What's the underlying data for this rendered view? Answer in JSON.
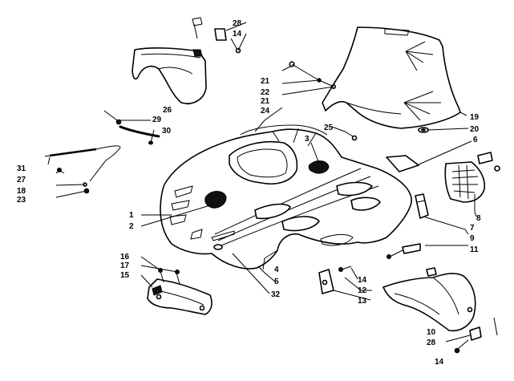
{
  "diagram": {
    "callouts": [
      {
        "id": "c1",
        "text": "1"
      },
      {
        "id": "c2",
        "text": "2"
      },
      {
        "id": "c3",
        "text": "3"
      },
      {
        "id": "c4",
        "text": "4"
      },
      {
        "id": "c5",
        "text": "5"
      },
      {
        "id": "c6",
        "text": "6"
      },
      {
        "id": "c7",
        "text": "7"
      },
      {
        "id": "c8",
        "text": "8"
      },
      {
        "id": "c9",
        "text": "9"
      },
      {
        "id": "c10",
        "text": "10"
      },
      {
        "id": "c11",
        "text": "11"
      },
      {
        "id": "c12",
        "text": "12"
      },
      {
        "id": "c13",
        "text": "13"
      },
      {
        "id": "c14a",
        "text": "14"
      },
      {
        "id": "c14b",
        "text": "14"
      },
      {
        "id": "c14c",
        "text": "14"
      },
      {
        "id": "c15",
        "text": "15"
      },
      {
        "id": "c16",
        "text": "16"
      },
      {
        "id": "c17",
        "text": "17"
      },
      {
        "id": "c18",
        "text": "18"
      },
      {
        "id": "c19",
        "text": "19"
      },
      {
        "id": "c20",
        "text": "20"
      },
      {
        "id": "c21a",
        "text": "21"
      },
      {
        "id": "c21b",
        "text": "21"
      },
      {
        "id": "c22",
        "text": "22"
      },
      {
        "id": "c23",
        "text": "23"
      },
      {
        "id": "c24",
        "text": "24"
      },
      {
        "id": "c25",
        "text": "25"
      },
      {
        "id": "c26",
        "text": "26"
      },
      {
        "id": "c27",
        "text": "27"
      },
      {
        "id": "c28a",
        "text": "28"
      },
      {
        "id": "c28b",
        "text": "28"
      },
      {
        "id": "c29",
        "text": "29"
      },
      {
        "id": "c30",
        "text": "30"
      },
      {
        "id": "c31",
        "text": "31"
      },
      {
        "id": "c32",
        "text": "32"
      }
    ],
    "colors": {
      "ink": "#000000",
      "paper": "#ffffff"
    }
  }
}
